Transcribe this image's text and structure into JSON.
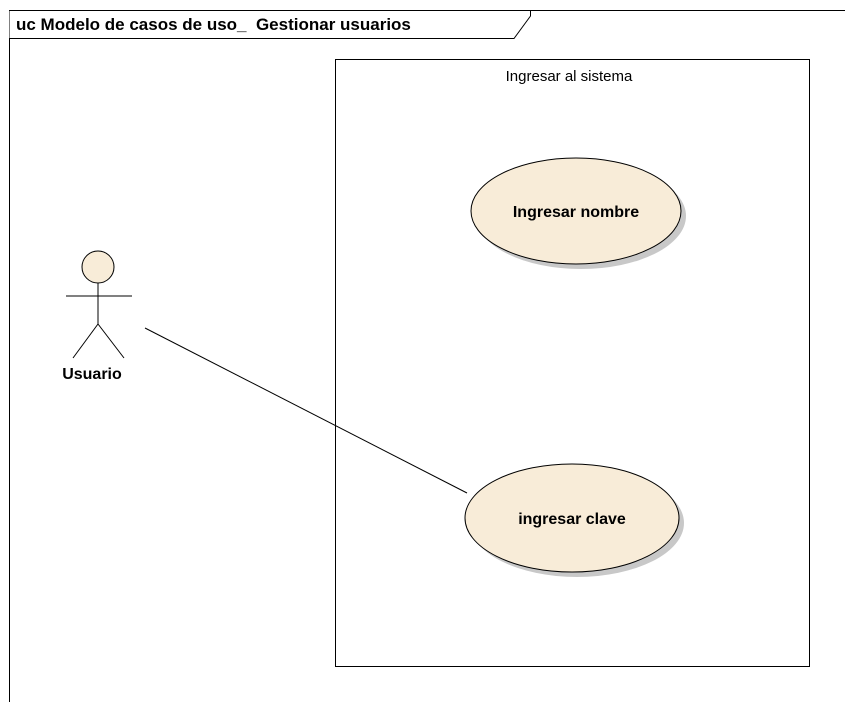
{
  "frame": {
    "title": "uc Modelo de casos de uso_  Gestionar usuarios"
  },
  "system_boundary": {
    "label": "Ingresar al sistema"
  },
  "actor": {
    "name": "Usuario",
    "icon": "stick-figure-actor-icon"
  },
  "use_cases": [
    {
      "label": "Ingresar nombre"
    },
    {
      "label": "ingresar clave"
    }
  ],
  "associations": [
    {
      "from": "Usuario",
      "to": "ingresar clave"
    }
  ],
  "colors": {
    "use_case_fill": "#f8ecd8",
    "use_case_shadow": "#c8c8c8",
    "actor_head_fill": "#f8ecd8",
    "line": "#000000",
    "background": "#ffffff"
  }
}
